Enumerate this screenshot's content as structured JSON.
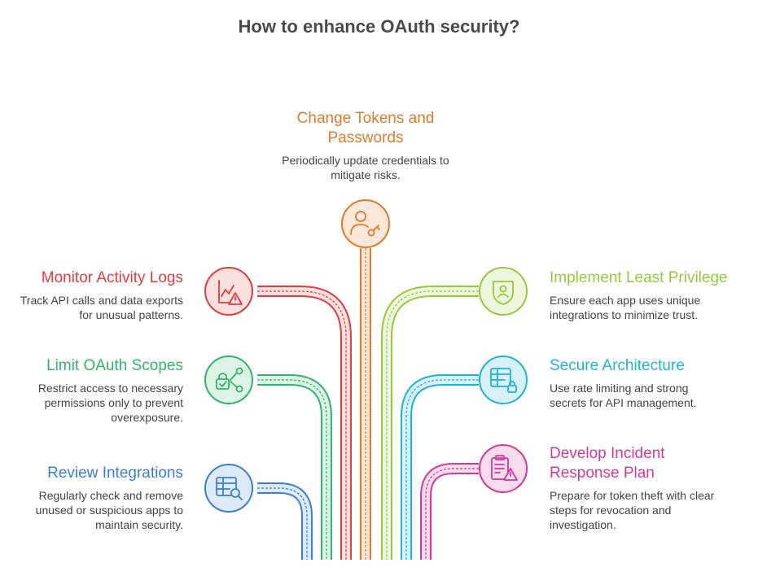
{
  "title": "How to enhance OAuth security?",
  "colors": {
    "orange": "#e07b2c",
    "red": "#e03e3e",
    "green": "#32b36e",
    "blue": "#3c7fd6",
    "lime": "#97c93c",
    "cyan": "#22b2d4",
    "magenta": "#d4399a"
  },
  "items": {
    "change_tokens": {
      "title_line1": "Change Tokens and",
      "title_line2": "Passwords",
      "desc_line1": "Periodically update credentials to",
      "desc_line2": "mitigate risks.",
      "icon": "user-key-icon"
    },
    "monitor_logs": {
      "title": "Monitor Activity Logs",
      "desc_line1": "Track API calls and data exports",
      "desc_line2": "for unusual patterns.",
      "icon": "chart-alert-icon"
    },
    "limit_scopes": {
      "title": "Limit OAuth Scopes",
      "desc_line1": "Restrict access to necessary",
      "desc_line2": "permissions only to prevent",
      "desc_line3": "overexposure.",
      "icon": "lock-share-icon"
    },
    "review_integrations": {
      "title": "Review Integrations",
      "desc_line1": "Regularly check and remove",
      "desc_line2": "unused or suspicious apps to",
      "desc_line3": "maintain security.",
      "icon": "table-search-icon"
    },
    "least_privilege": {
      "title": "Implement Least Privilege",
      "desc_line1": "Ensure each app uses unique",
      "desc_line2": "integrations to minimize trust.",
      "icon": "shield-user-icon"
    },
    "secure_architecture": {
      "title": "Secure Architecture",
      "desc_line1": "Use rate limiting and strong",
      "desc_line2": "secrets for API management.",
      "icon": "table-lock-icon"
    },
    "incident_plan": {
      "title_line1": "Develop Incident",
      "title_line2": "Response Plan",
      "desc_line1": "Prepare for token theft with clear",
      "desc_line2": "steps for revocation and",
      "desc_line3": "investigation.",
      "icon": "clipboard-alert-icon"
    }
  }
}
